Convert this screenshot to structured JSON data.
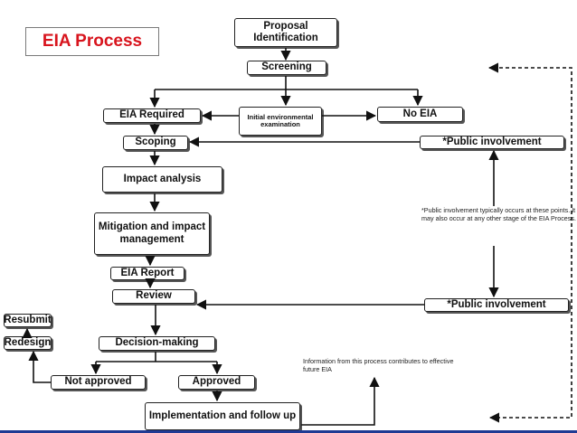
{
  "title": "EIA Process",
  "nodes": {
    "proposal": "Proposal Identification",
    "screening": "Screening",
    "eia_required": "EIA Required",
    "initial_exam": "Initial environmental examination",
    "no_eia": "No EIA",
    "scoping": "Scoping",
    "impact_analysis": "Impact analysis",
    "mitigation": "Mitigation and impact management",
    "eia_report": "EIA Report",
    "review": "Review",
    "decision": "Decision-making",
    "not_approved": "Not approved",
    "approved": "Approved",
    "implementation": "Implementation and follow up",
    "resubmit": "Resubmit",
    "redesign": "Redesign",
    "public_top": "*Public involvement",
    "public_bottom": "*Public involvement"
  },
  "notes": {
    "public_note": "*Public involvement typically occurs at these points. It may also occur at any other stage of the EIA Process.",
    "info_note": "Information from this process contributes to effective future EIA"
  }
}
